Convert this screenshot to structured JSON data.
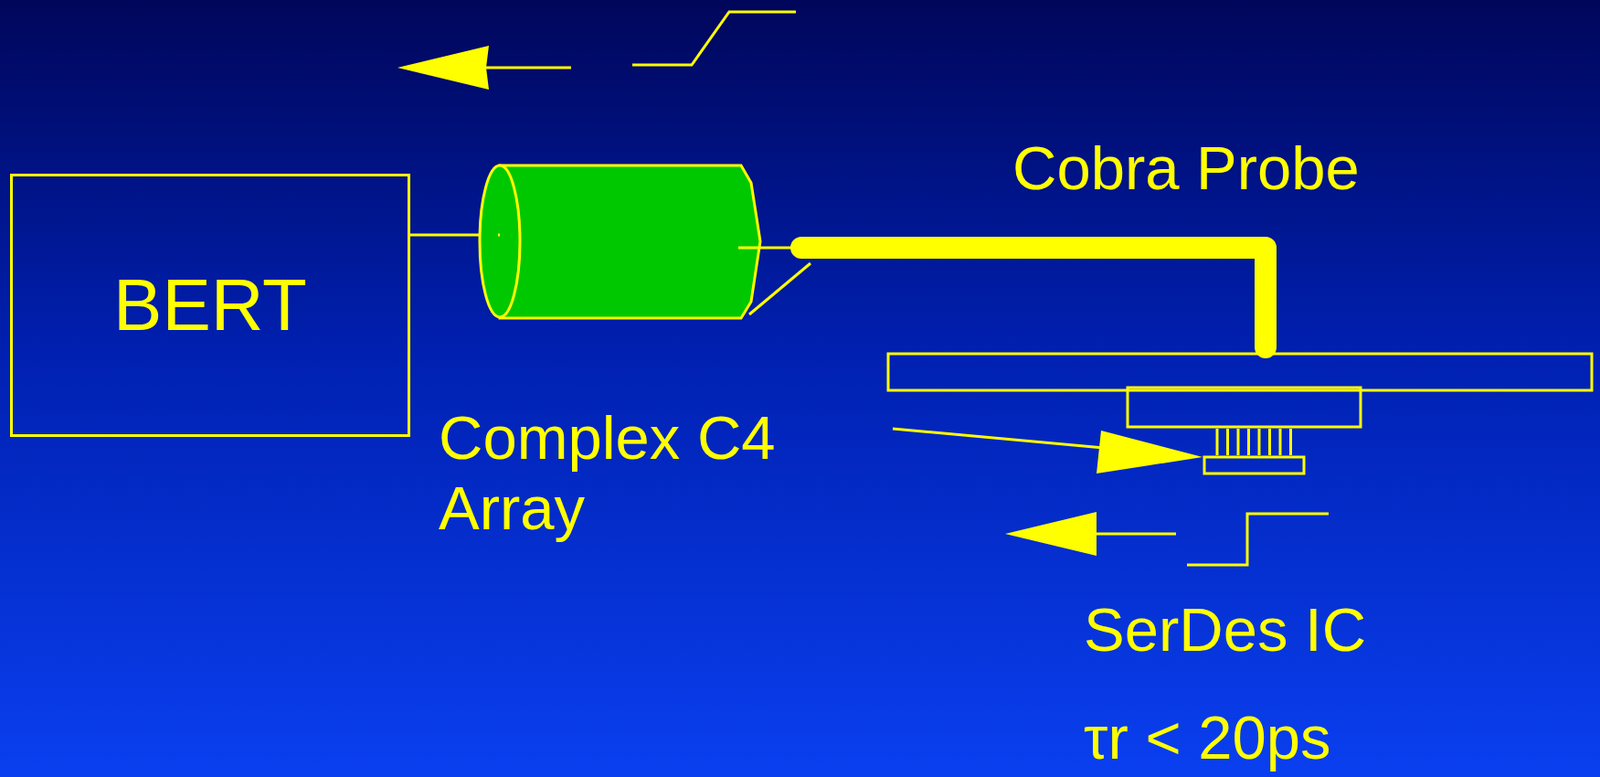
{
  "diagram": {
    "nodes": [
      {
        "text": [
          "BERT"
        ]
      }
    ],
    "labels": [
      "Cobra Probe",
      "Complex C4 Array",
      "SerDes IC",
      "τr < 20ps"
    ]
  }
}
